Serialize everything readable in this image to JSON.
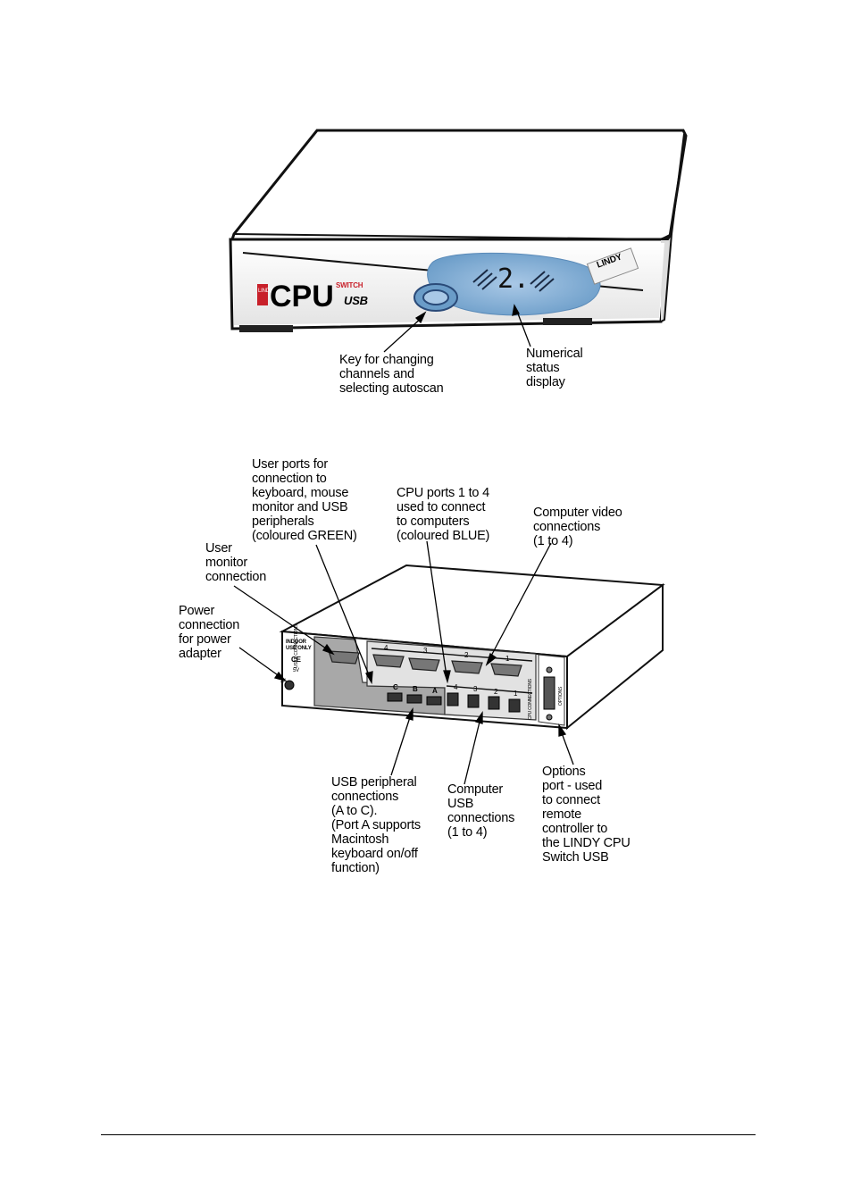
{
  "front_panel": {
    "brand_small": "LINDY",
    "brand_switch": "SWITCH",
    "brand_main": "CPU",
    "brand_usb": "USB",
    "logo_badge": "LINDY",
    "display_value": "2.",
    "key_label": "Key for changing\nchannels and\nselecting autoscan",
    "display_label": "Numerical\nstatus\ndisplay"
  },
  "rear_panel": {
    "indoor_text": "INDOOR\nUSE ONLY",
    "ce_mark": "CE",
    "power_spec_v": "5V",
    "power_spec_a": "2A",
    "user_conn_text": "USER CONNECTIONS",
    "cpu_conn_text": "CPU CONNECTIONS",
    "options_text": "OPTIONS",
    "video_port_numbers": [
      "4",
      "3",
      "2",
      "1"
    ],
    "usb_port_numbers": [
      "4",
      "3",
      "2",
      "1"
    ],
    "user_usb_letters": [
      "C",
      "B",
      "A"
    ]
  },
  "callouts": {
    "user_ports": "User ports for\nconnection to\nkeyboard, mouse\nmonitor and USB\nperipherals\n(coloured GREEN)",
    "cpu_ports": "CPU ports 1 to 4\nused to connect\nto computers\n(coloured BLUE)",
    "video_conn": "Computer video\nconnections\n(1 to 4)",
    "user_monitor": "User\nmonitor\nconnection",
    "power_conn": "Power\nconnection\nfor power\nadapter",
    "usb_peripheral": "USB peripheral\nconnections\n(A to C).\n(Port A supports\nMacintosh\nkeyboard on/off\nfunction)",
    "computer_usb": "Computer\nUSB\nconnections\n(1 to 4)",
    "options_port": "Options\nport - used\nto connect\nremote\ncontroller to\nthe LINDY CPU\nSwitch USB"
  }
}
